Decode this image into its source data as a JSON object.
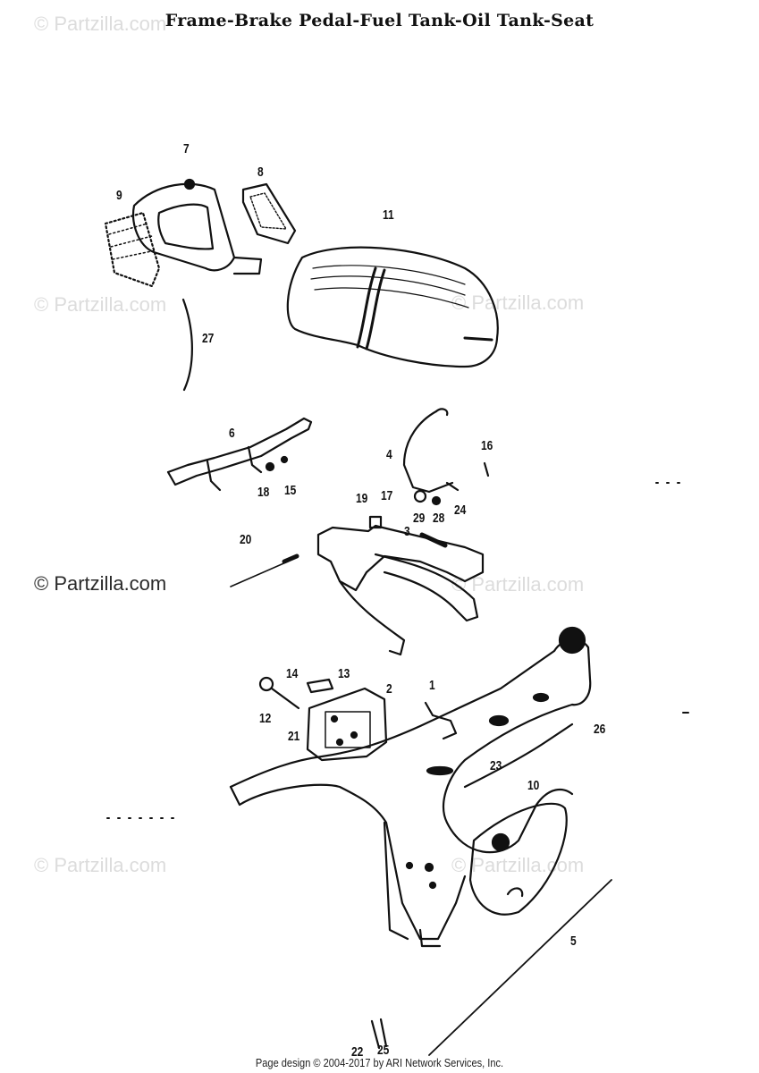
{
  "title": "Frame-Brake Pedal-Fuel Tank-Oil Tank-Seat",
  "watermark": "© Partzilla.com",
  "footer": "Page design © 2004-2017 by ARI Network Services, Inc.",
  "callouts": {
    "c7": "7",
    "c8a": "8",
    "c9": "9",
    "c11": "11",
    "c27": "27",
    "c6": "6",
    "c18a": "18",
    "c15": "15",
    "c4": "4",
    "c16": "16",
    "c19": "19",
    "c17": "17",
    "c29": "29",
    "c28a": "28",
    "c24": "24",
    "c20": "20",
    "c3": "3",
    "c14": "14",
    "c13": "13",
    "c2": "2",
    "c1": "1",
    "c12": "12",
    "c21": "21",
    "c26": "26",
    "c23": "23",
    "c10": "10",
    "c5": "5",
    "c22": "22",
    "c25": "25"
  }
}
